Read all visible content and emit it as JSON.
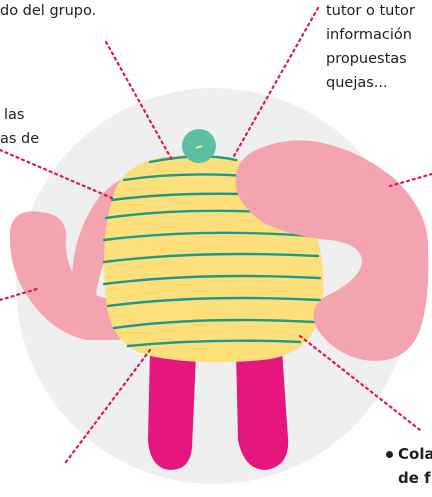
{
  "texts": {
    "top_left": "do del grupo.",
    "mid_left_1": "las",
    "mid_left_2": "as de",
    "top_right_1": "tutor o tutor",
    "top_right_2": "información",
    "top_right_3": "propuestas",
    "top_right_4": "quejas...",
    "bottom_right_1": "Cola",
    "bottom_right_2": "de f"
  },
  "colors": {
    "circle": "#efefef",
    "body": "#fde07a",
    "stripes": "#1e9a8a",
    "head": "#5cbfa4",
    "arms": "#f4a4ae",
    "legs": "#e5177f",
    "leader_lines": "#d81b60"
  }
}
